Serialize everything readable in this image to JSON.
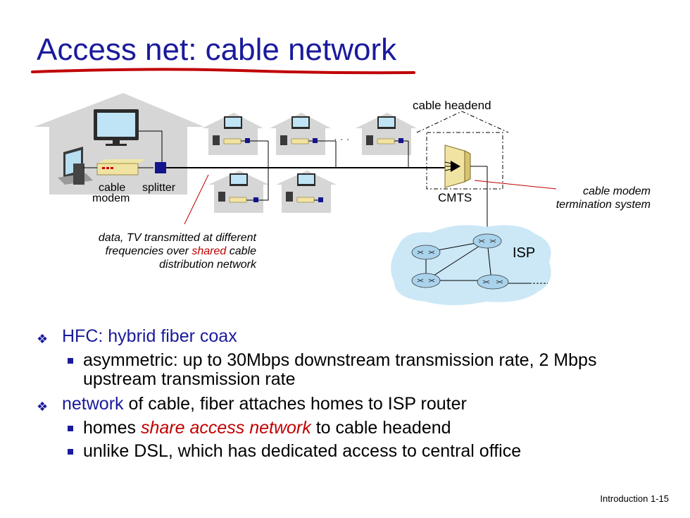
{
  "slide": {
    "title": "Access net: cable network",
    "footer": "Introduction 1-15"
  },
  "diagram": {
    "cable_headend": "cable headend",
    "cable_label": "cable",
    "modem_label": "modem",
    "splitter_label": "splitter",
    "cmts_label": "CMTS",
    "cmts_desc_line1": "cable modem",
    "cmts_desc_line2": "termination system",
    "isp_label": "ISP",
    "ellipsis": ". . .",
    "data_note_line1": "data, TV transmitted at different",
    "data_note_line2_pre": "frequencies over ",
    "data_note_line2_em": "shared",
    "data_note_line2_post": " cable",
    "data_note_line3": "distribution network"
  },
  "bullets": {
    "b1_text": "HFC: hybrid fiber coax",
    "b1_sub1": "asymmetric: up to 30Mbps downstream transmission rate, 2 Mbps upstream transmission rate",
    "b2_em": "network",
    "b2_rest": " of cable, fiber attaches homes to ISP router",
    "b2_sub1_pre": "homes ",
    "b2_sub1_em": "share access network",
    "b2_sub1_post": " to cable headend",
    "b2_sub2": "unlike DSL, which has dedicated access to central office"
  },
  "colors": {
    "title": "#1a1a9c",
    "accent_red": "#c00000",
    "house_gray": "#d3d3d3",
    "isp_cloud": "#cce8f7"
  }
}
